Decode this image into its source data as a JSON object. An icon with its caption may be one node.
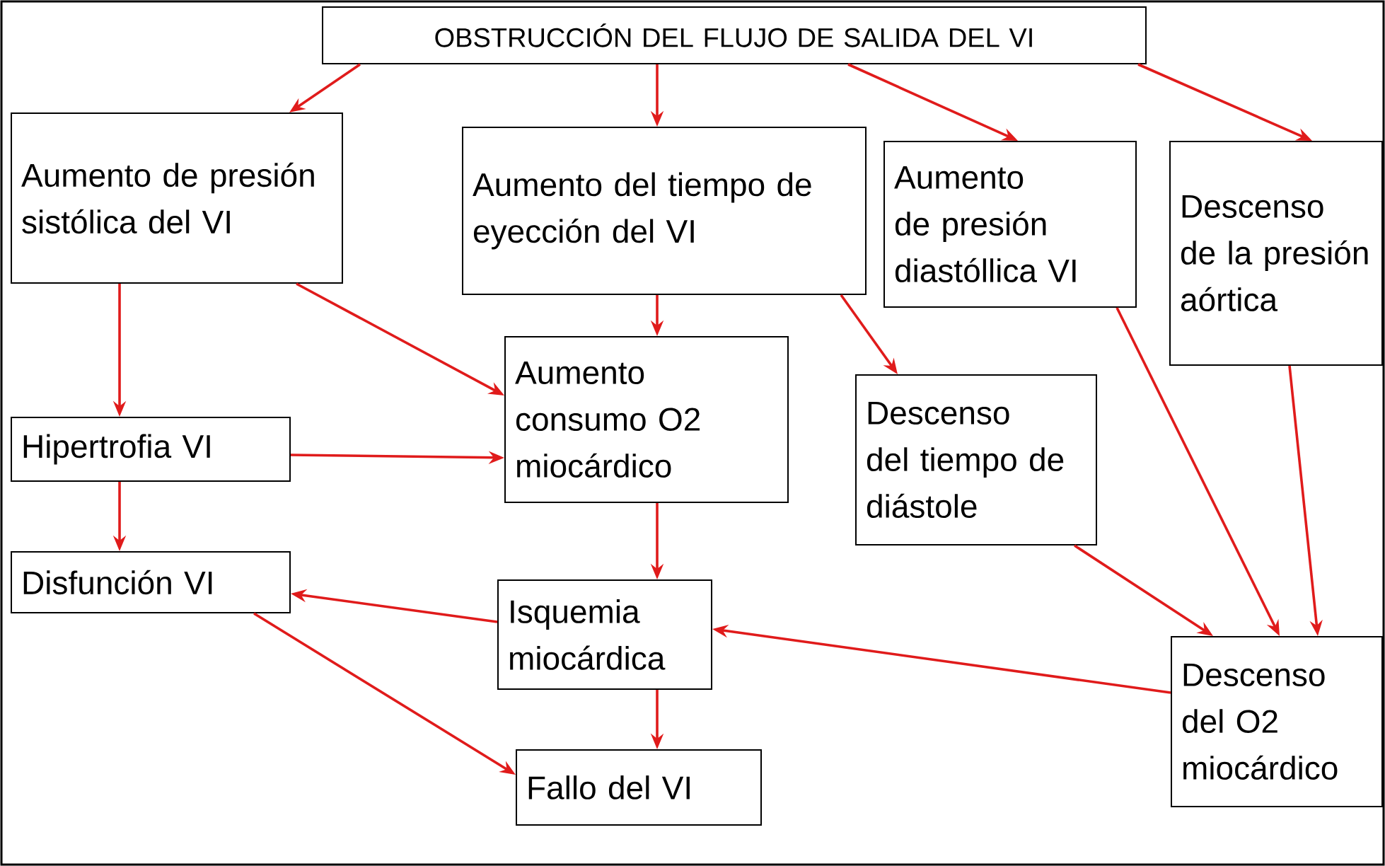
{
  "diagram": {
    "nodes": [
      {
        "text": [
          "OBSTRUCCIÓN DEL FLUJO DE SALIDA DEL VI"
        ]
      },
      {
        "text": [
          "Aumento de presión sistólica del VI"
        ]
      },
      {
        "text": [
          "Aumento del tiempo de eyección del VI"
        ]
      },
      {
        "text": [
          "Aumento de presión diastóllica VI"
        ]
      },
      {
        "text": [
          "Descenso de la presión aórtica"
        ]
      },
      {
        "text": [
          "Hipertrofia VI"
        ]
      },
      {
        "text": [
          "Aumento consumo O2 miocárdico"
        ]
      },
      {
        "text": [
          "Descenso del tiempo de diástole"
        ]
      },
      {
        "text": [
          "Disfunción VI"
        ]
      },
      {
        "text": [
          "Isquemia miocárdica"
        ]
      },
      {
        "text": [
          "Descenso del O2 miocárdico"
        ]
      },
      {
        "text": [
          "Fallo del VI"
        ]
      }
    ],
    "edges": [
      {
        "from": 0,
        "to": 1,
        "arrow": "to"
      },
      {
        "from": 0,
        "to": 2,
        "arrow": "to"
      },
      {
        "from": 0,
        "to": 3,
        "arrow": "to"
      },
      {
        "from": 0,
        "to": 4,
        "arrow": "to"
      },
      {
        "from": 1,
        "to": 5,
        "arrow": "to"
      },
      {
        "from": 1,
        "to": 6,
        "arrow": "to"
      },
      {
        "from": 2,
        "to": 6,
        "arrow": "to"
      },
      {
        "from": 2,
        "to": 7,
        "arrow": "to"
      },
      {
        "from": 5,
        "to": 6,
        "arrow": "to"
      },
      {
        "from": 5,
        "to": 8,
        "arrow": "to"
      },
      {
        "from": 6,
        "to": 9,
        "arrow": "to"
      },
      {
        "from": 3,
        "to": 10,
        "arrow": "to"
      },
      {
        "from": 4,
        "to": 10,
        "arrow": "to"
      },
      {
        "from": 7,
        "to": 10,
        "arrow": "to"
      },
      {
        "from": 10,
        "to": 9,
        "arrow": "to"
      },
      {
        "from": 9,
        "to": 8,
        "arrow": "to"
      },
      {
        "from": 8,
        "to": 11,
        "arrow": "to"
      },
      {
        "from": 9,
        "to": 11,
        "arrow": "to"
      }
    ]
  }
}
